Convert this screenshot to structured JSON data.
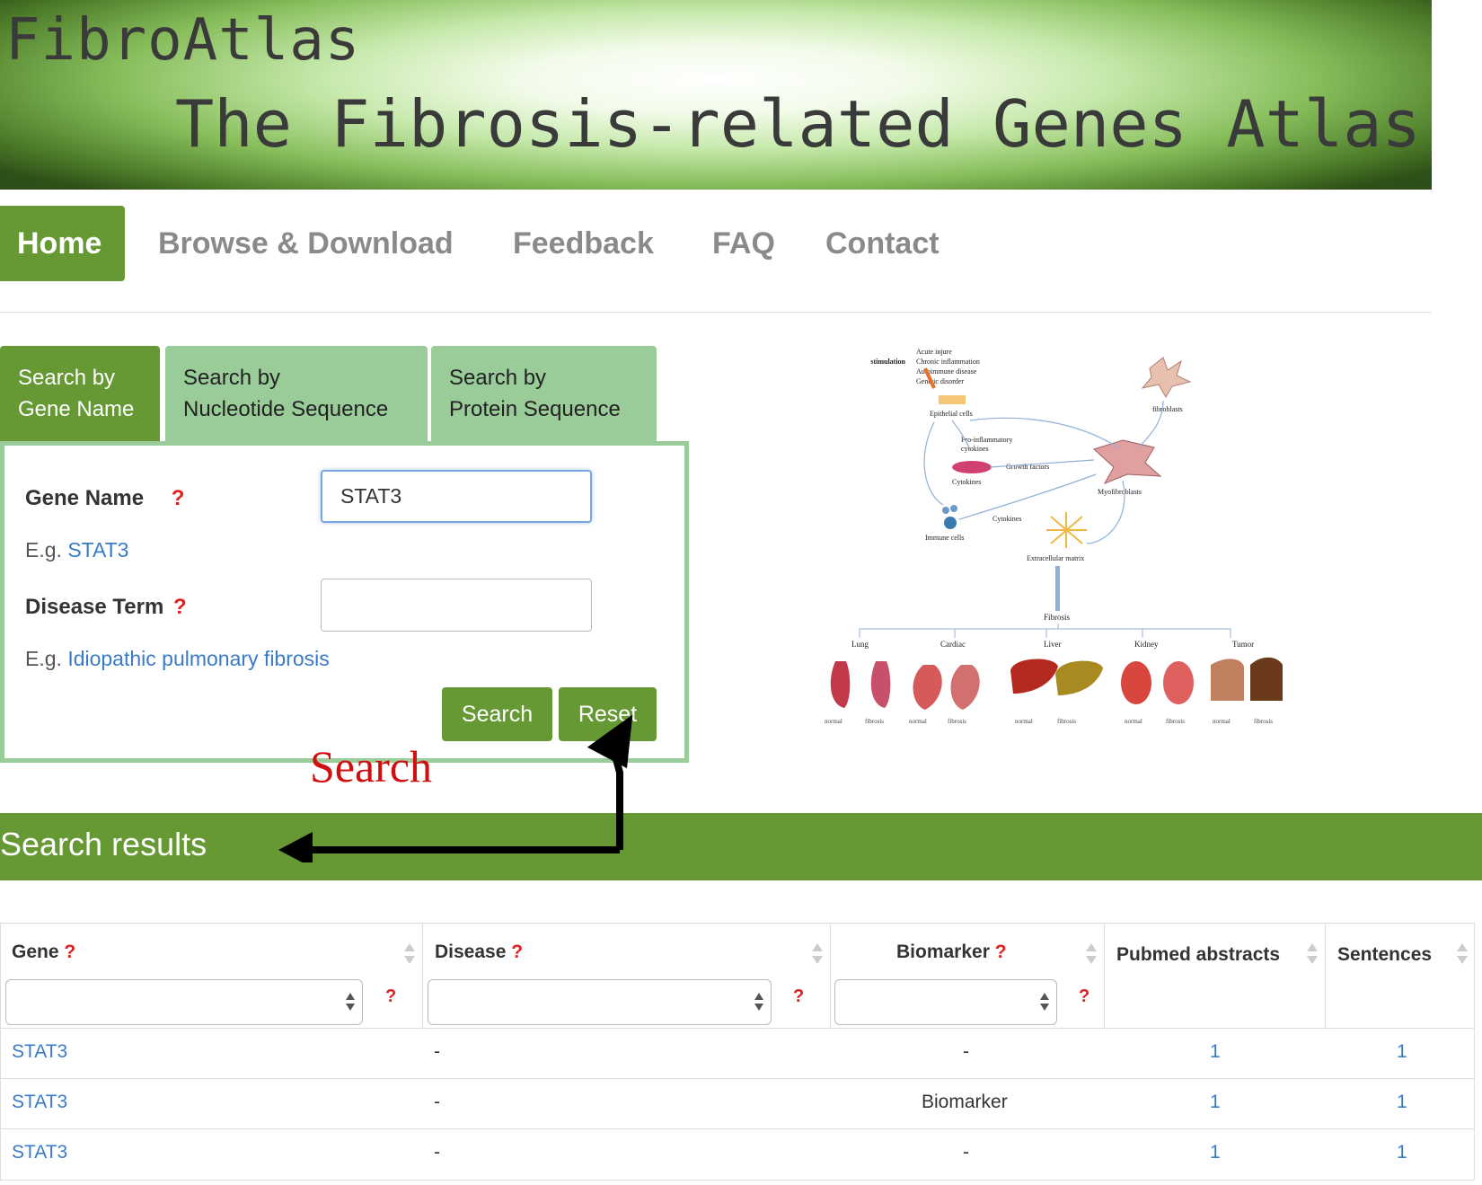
{
  "banner": {
    "title": "FibroAtlas",
    "subtitle": "The Fibrosis-related Genes Atlas"
  },
  "nav": {
    "items": [
      "Home",
      "Browse & Download",
      "Feedback",
      "FAQ",
      "Contact"
    ],
    "active": "Home"
  },
  "tabs": [
    {
      "line1": "Search by",
      "line2": "Gene Name"
    },
    {
      "line1": "Search by",
      "line2": "Nucleotide Sequence"
    },
    {
      "line1": "Search by",
      "line2": "Protein Sequence"
    }
  ],
  "form": {
    "gene_label": "Gene Name",
    "gene_value": "STAT3",
    "gene_eg_prefix": "E.g.",
    "gene_eg_link": "STAT3",
    "disease_label": "Disease Term",
    "disease_value": "",
    "disease_eg_prefix": "E.g.",
    "disease_eg_link": "Idiopathic pulmonary fibrosis",
    "help_mark": "?",
    "search_label": "Search",
    "reset_label": "Reset"
  },
  "annotation": {
    "label": "Search"
  },
  "figure": {
    "stimulation_label": "stimulation",
    "stimuli": [
      "Acute injure",
      "Chronic inflammation",
      "Autoimmune disease",
      "Genetic disorder"
    ],
    "nodes": {
      "epithelial": "Epithelial cells",
      "fibroblasts": "fibroblasts",
      "proinflammatory": "Pro-inflammatory",
      "proinflammatory2": "cytokines",
      "growth": "Growth factors",
      "cytokines": "Cytokines",
      "myofibroblasts": "Myofibroblasts",
      "cytokines2": "Cytokines",
      "immune": "Immune cells",
      "ecm": "Extracellular matrix",
      "fibrosis": "Fibrosis"
    },
    "organs": [
      "Lung",
      "Cardiac",
      "Liver",
      "Kidney",
      "Tumor"
    ],
    "state_normal": "normal",
    "state_fibrosis": "fibrosis",
    "colors": {
      "lung": "#c23a4a",
      "heart": "#d65a5a",
      "liver": "#b52a20",
      "liver_fib": "#a88a20",
      "kidney": "#d8463e",
      "tumor": "#6b3a1a"
    }
  },
  "results": {
    "title": "Search results",
    "columns": [
      "Gene",
      "Disease",
      "Biomarker",
      "Pubmed abstracts",
      "Sentences"
    ],
    "rows": [
      {
        "gene": "STAT3",
        "disease": "-",
        "biomarker": "-",
        "pubmed": "1",
        "sentences": "1"
      },
      {
        "gene": "STAT3",
        "disease": "-",
        "biomarker": "Biomarker",
        "pubmed": "1",
        "sentences": "1"
      },
      {
        "gene": "STAT3",
        "disease": "-",
        "biomarker": "-",
        "pubmed": "1",
        "sentences": "1"
      }
    ]
  },
  "colors": {
    "accent": "#669933",
    "tab_inactive": "#99cc99",
    "link": "#3a7bc8",
    "help": "#e02020",
    "annotation": "#d01010"
  }
}
